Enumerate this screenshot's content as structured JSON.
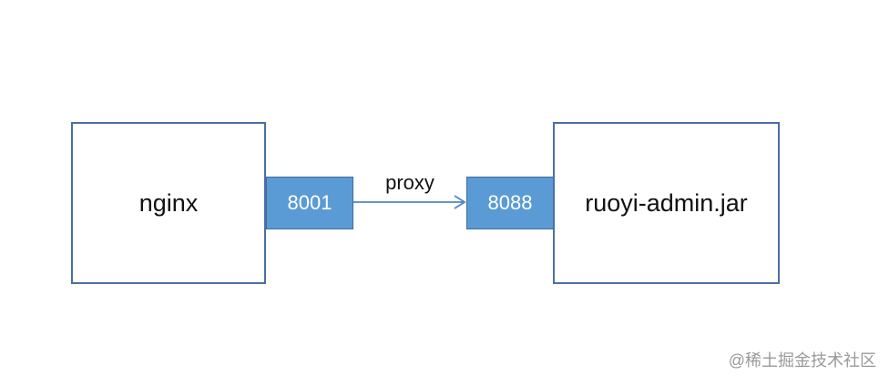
{
  "diagram": {
    "nodes": {
      "nginx": {
        "label": "nginx",
        "port": "8001"
      },
      "ruoyi": {
        "label": "ruoyi-admin.jar",
        "port": "8088"
      }
    },
    "edge": {
      "label": "proxy"
    },
    "watermark": "@稀土掘金技术社区",
    "colors": {
      "box_border": "#4a6fa5",
      "port_fill": "#5b9bd5",
      "arrow": "#4f86c6",
      "text": "#111111"
    }
  }
}
